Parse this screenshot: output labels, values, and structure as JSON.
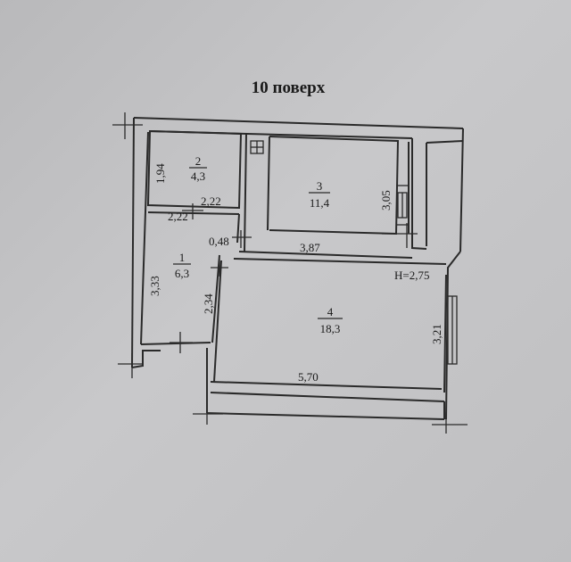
{
  "title": "10 поверх",
  "height_label": "H=2,75",
  "rooms": [
    {
      "number": "1",
      "area": "6,3"
    },
    {
      "number": "2",
      "area": "4,3"
    },
    {
      "number": "3",
      "area": "11,4"
    },
    {
      "number": "4",
      "area": "18,3"
    }
  ],
  "dimensions": {
    "room2_height": "1,94",
    "room2_width": "2,22",
    "room1_width": "2,22",
    "room1_height": "3,33",
    "door_width": "0,48",
    "room3_width": "3,87",
    "room3_height": "3,05",
    "room4_left": "2,34",
    "room4_right": "3,21",
    "room4_width": "5,70"
  }
}
